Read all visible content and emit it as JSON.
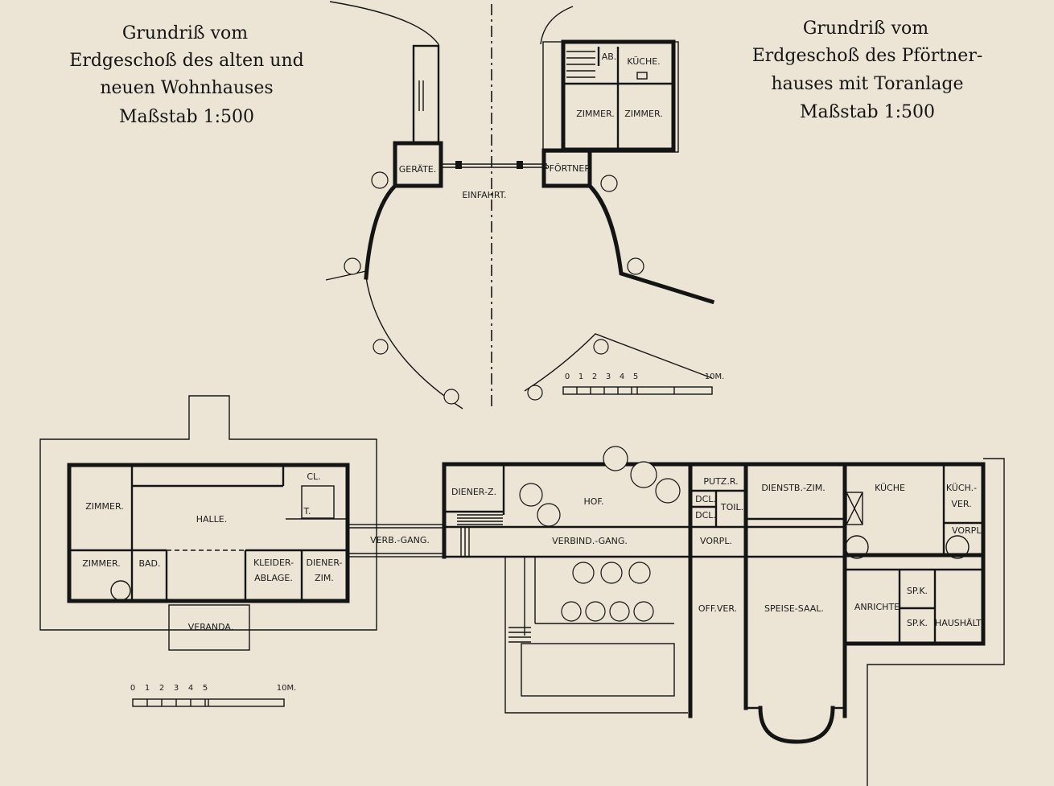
{
  "captions": {
    "left": [
      "Grundriß vom",
      "Erdgeschoß des alten und",
      "neuen Wohnhauses",
      "Maßstab 1:500"
    ],
    "right": [
      "Grundriß vom",
      "Erdgeschoß des Pförtner-",
      "hauses mit Toranlage",
      "Maßstab 1:500"
    ]
  },
  "rooms_gatehouse": {
    "geraete": "GERÄTE.",
    "pfoertner": "PFÖRTNER",
    "einfahrt": "EINFAHRT.",
    "ab": "AB.",
    "kueche": "KÜCHE.",
    "zimmer1": "ZIMMER.",
    "zimmer2": "ZIMMER."
  },
  "rooms_old_house": {
    "zimmer_top": "ZIMMER.",
    "zimmer_bottom": "ZIMMER.",
    "bad": "BAD.",
    "halle": "HALLE.",
    "cl": "CL.",
    "t": "T.",
    "kleider_1": "KLEIDER-",
    "kleider_2": "ABLAGE.",
    "diener_1": "DIENER-",
    "diener_2": "ZIM.",
    "veranda": "VERANDA."
  },
  "rooms_new_house": {
    "verb_gang": "VERB.-GANG.",
    "diener_z": "DIENER-Z.",
    "hof": "HOF.",
    "verbind_gang": "VERBIND.-GANG.",
    "putz_r": "PUTZ.R.",
    "dcl1": "DCL.",
    "dcl2": "DCL.",
    "toil": "TOIL.",
    "vorpl": "VORPL.",
    "dienstb_zim": "DIENSTB.-ZIM.",
    "kueche": "KÜCHE",
    "kuech_1": "KÜCH.-",
    "kuech_2": "VER.",
    "vorpl2": "VORPL.",
    "off_ver": "OFF.VER.",
    "speise_saal": "SPEISE-SAAL.",
    "anrichte": "ANRICHTE",
    "spk1": "SP.K.",
    "spk2": "SP.K.",
    "haushalt": "HAUSHÄLT."
  },
  "scales": {
    "ticks": [
      "0",
      "1",
      "2",
      "3",
      "4",
      "5"
    ],
    "end": "10M."
  }
}
